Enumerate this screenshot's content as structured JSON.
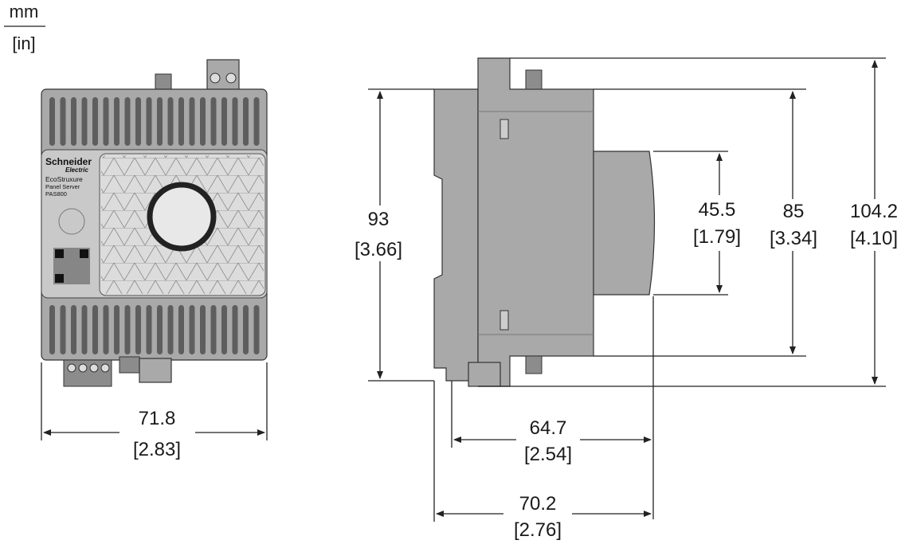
{
  "units": {
    "primary": "mm",
    "secondary": "[in]"
  },
  "device_label": {
    "brand_line1": "Schneider",
    "brand_line2": "Electric",
    "product_family": "EcoStruxure",
    "product_name": "Panel Server",
    "model": "PAS800"
  },
  "dimensions": {
    "front_width": {
      "mm": "71.8",
      "in": "[2.83]"
    },
    "side_height_rail": {
      "mm": "93",
      "in": "[3.66]"
    },
    "front_cover_height": {
      "mm": "45.5",
      "in": "[1.79]"
    },
    "body_height": {
      "mm": "85",
      "in": "[3.34]"
    },
    "total_height": {
      "mm": "104.2",
      "in": "[4.10]"
    },
    "depth_from_rail": {
      "mm": "64.7",
      "in": "[2.54]"
    },
    "total_depth": {
      "mm": "70.2",
      "in": "[2.76]"
    }
  }
}
